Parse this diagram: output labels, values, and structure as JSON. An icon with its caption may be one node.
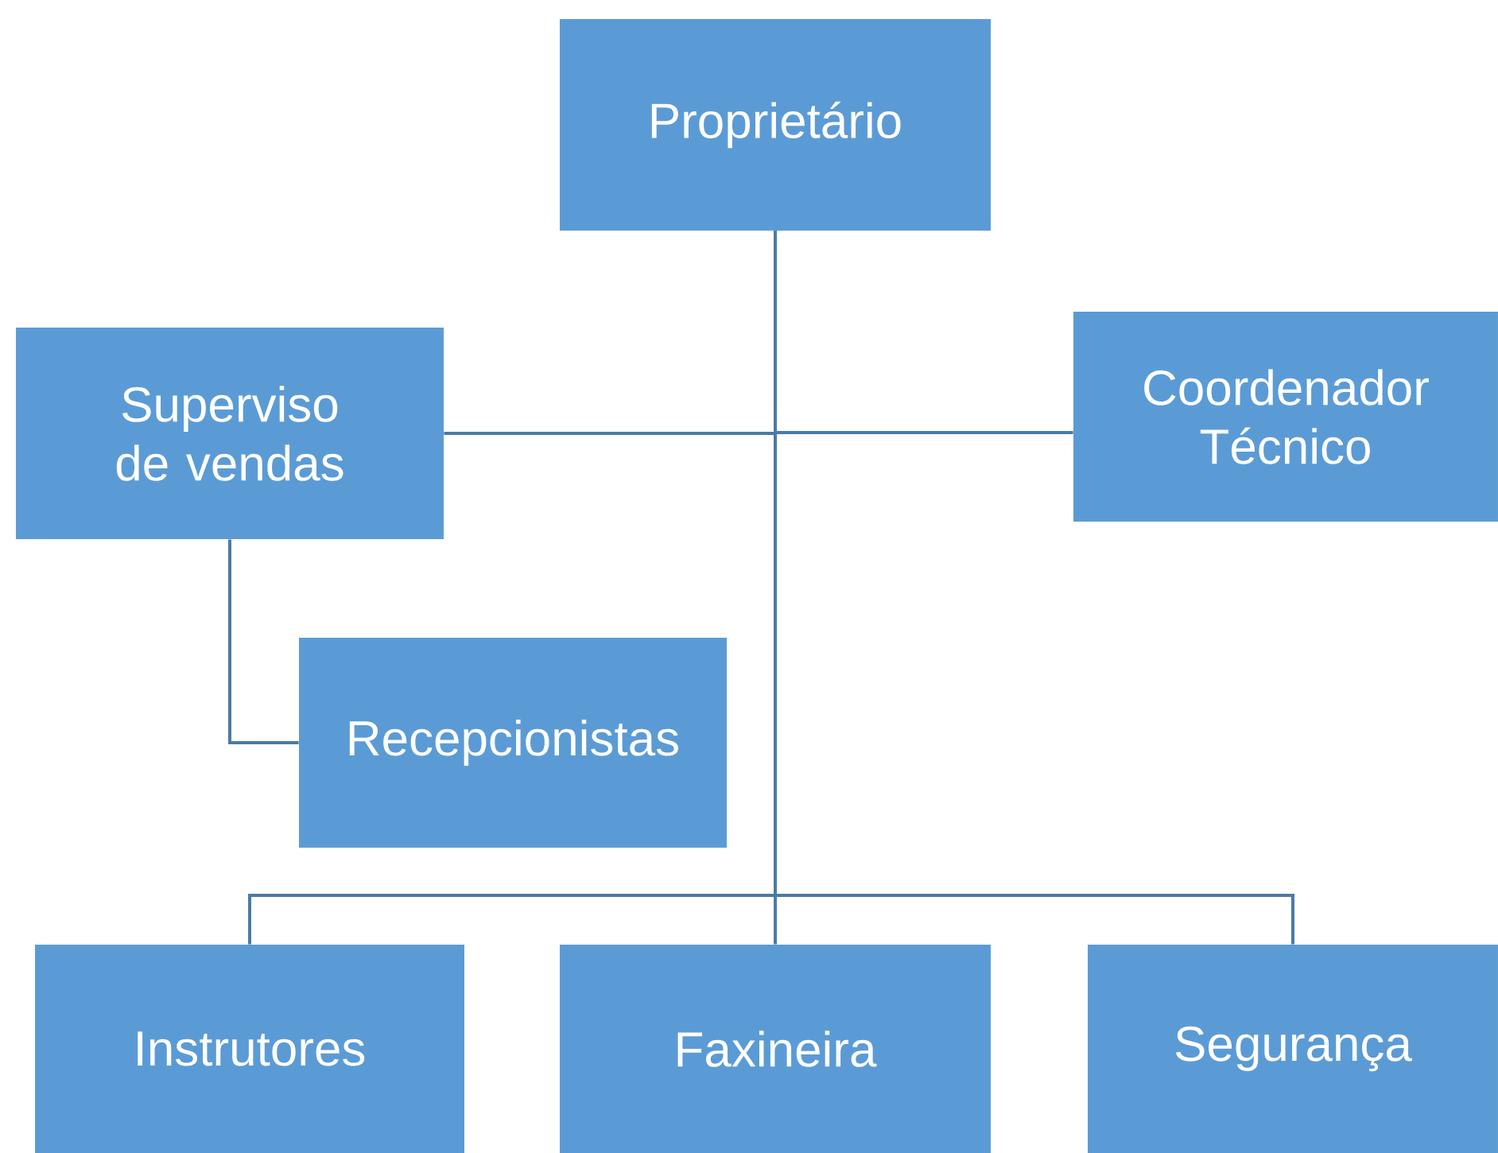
{
  "diagram": {
    "nodes": [
      {
        "text": [
          "Proprietário"
        ]
      },
      {
        "text": [
          "Superviso de vendas"
        ]
      },
      {
        "text": [
          "Coordenador Técnico"
        ]
      },
      {
        "text": [
          "Recepcionistas"
        ]
      },
      {
        "text": [
          "Instrutores"
        ]
      },
      {
        "text": [
          "Faxineira"
        ]
      },
      {
        "text": [
          "Segurança"
        ]
      }
    ],
    "edges": [
      {
        "from": 0,
        "to": 1,
        "arrow": "none"
      },
      {
        "from": 0,
        "to": 2,
        "arrow": "none"
      },
      {
        "from": 1,
        "to": 3,
        "arrow": "none"
      },
      {
        "from": 0,
        "to": 4,
        "arrow": "none"
      },
      {
        "from": 0,
        "to": 5,
        "arrow": "none"
      },
      {
        "from": 0,
        "to": 6,
        "arrow": "none"
      }
    ]
  }
}
